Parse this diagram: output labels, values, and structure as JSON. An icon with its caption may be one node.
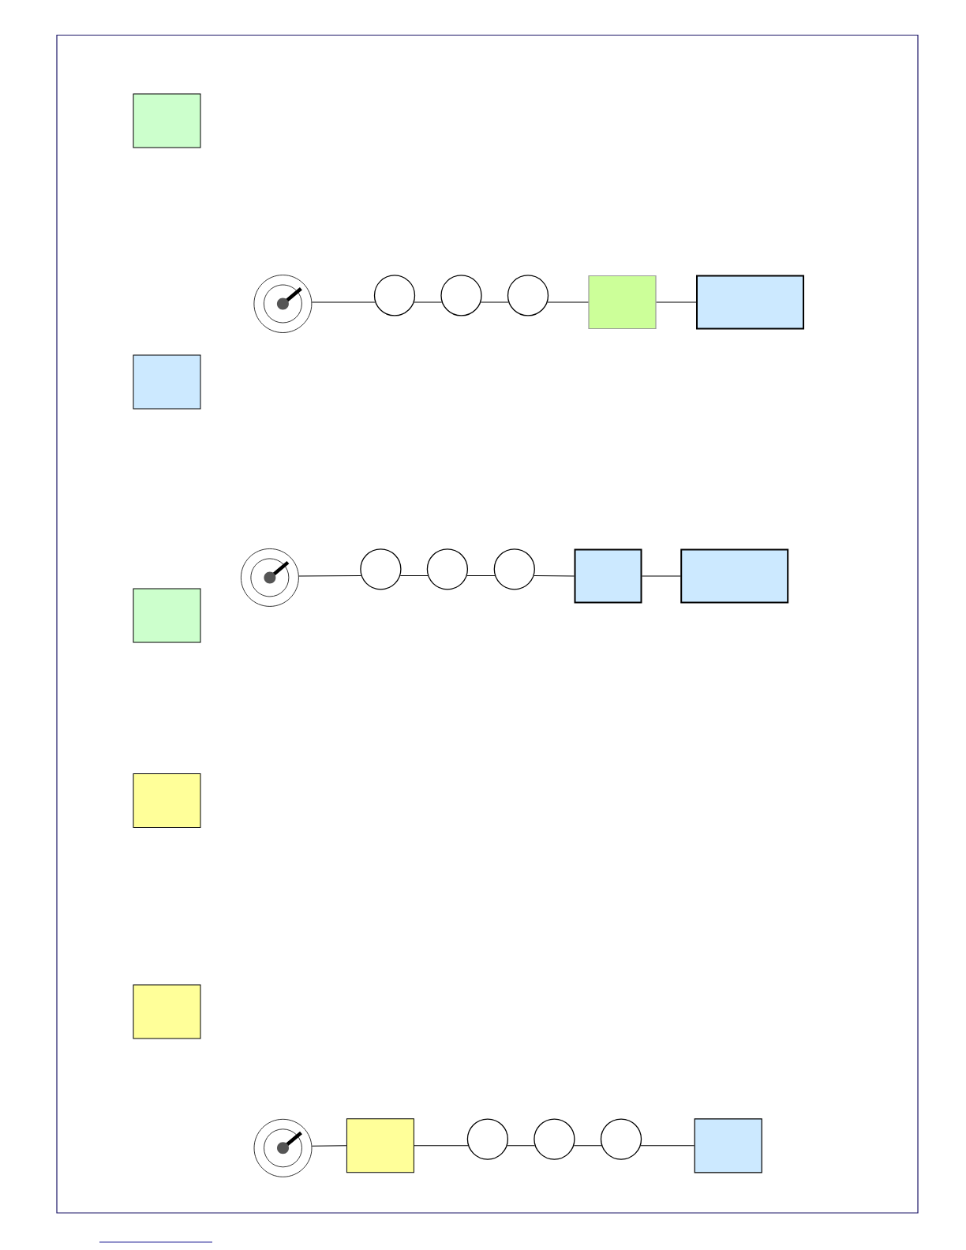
{
  "diagram": {
    "nodes": [
      {
        "text": [],
        "shape": "box"
      },
      {
        "text": [],
        "shape": "picture"
      },
      {
        "text": [],
        "shape": "circle"
      },
      {
        "text": [],
        "shape": "circle"
      },
      {
        "text": [],
        "shape": "circle"
      },
      {
        "text": [],
        "shape": "box"
      },
      {
        "text": [],
        "shape": "box"
      },
      {
        "text": [],
        "shape": "box"
      },
      {
        "text": [],
        "shape": "picture"
      },
      {
        "text": [],
        "shape": "circle"
      },
      {
        "text": [],
        "shape": "circle"
      },
      {
        "text": [],
        "shape": "circle"
      },
      {
        "text": [],
        "shape": "box"
      },
      {
        "text": [],
        "shape": "box"
      },
      {
        "text": [],
        "shape": "box"
      },
      {
        "text": [],
        "shape": "box"
      },
      {
        "text": [],
        "shape": "box"
      },
      {
        "text": [],
        "shape": "picture"
      },
      {
        "text": [],
        "shape": "box"
      },
      {
        "text": [],
        "shape": "circle"
      },
      {
        "text": [],
        "shape": "circle"
      },
      {
        "text": [],
        "shape": "circle"
      },
      {
        "text": [],
        "shape": "box"
      }
    ],
    "edges": [
      {
        "from": 1,
        "to": 2,
        "arrow": "none"
      },
      {
        "from": 2,
        "to": 3,
        "arrow": "none"
      },
      {
        "from": 3,
        "to": 4,
        "arrow": "none"
      },
      {
        "from": 4,
        "to": 5,
        "arrow": "none"
      },
      {
        "from": 5,
        "to": 6,
        "arrow": "none"
      },
      {
        "from": 8,
        "to": 9,
        "arrow": "none"
      },
      {
        "from": 9,
        "to": 10,
        "arrow": "none"
      },
      {
        "from": 10,
        "to": 11,
        "arrow": "none"
      },
      {
        "from": 11,
        "to": 12,
        "arrow": "none"
      },
      {
        "from": 12,
        "to": 13,
        "arrow": "none"
      },
      {
        "from": 17,
        "to": 18,
        "arrow": "none"
      },
      {
        "from": 18,
        "to": 19,
        "arrow": "none"
      },
      {
        "from": 19,
        "to": 20,
        "arrow": "none"
      },
      {
        "from": 20,
        "to": 21,
        "arrow": "none"
      },
      {
        "from": 21,
        "to": 22,
        "arrow": "none"
      }
    ]
  }
}
